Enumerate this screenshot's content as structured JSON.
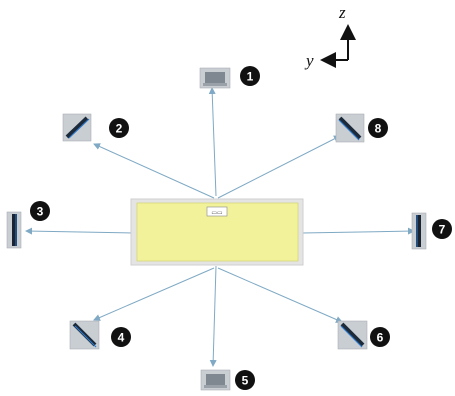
{
  "axes": {
    "vertical_label": "z",
    "horizontal_label": "y"
  },
  "center_object": {
    "tag": "▭▭"
  },
  "directions": [
    {
      "number": "1",
      "icon": "device-front-view-icon"
    },
    {
      "number": "2",
      "icon": "device-tilted-view-icon"
    },
    {
      "number": "3",
      "icon": "device-edge-view-icon"
    },
    {
      "number": "4",
      "icon": "device-tilted-view-icon"
    },
    {
      "number": "5",
      "icon": "device-front-view-icon"
    },
    {
      "number": "6",
      "icon": "device-tilted-view-icon"
    },
    {
      "number": "7",
      "icon": "device-edge-view-icon"
    },
    {
      "number": "8",
      "icon": "device-tilted-view-icon"
    }
  ],
  "colors": {
    "arrow": "#7fa9c4",
    "center_fill": "#f2f29a",
    "center_frame": "#dcdcdc",
    "badge": "#111111",
    "icon_bg": "#c9ced3"
  }
}
